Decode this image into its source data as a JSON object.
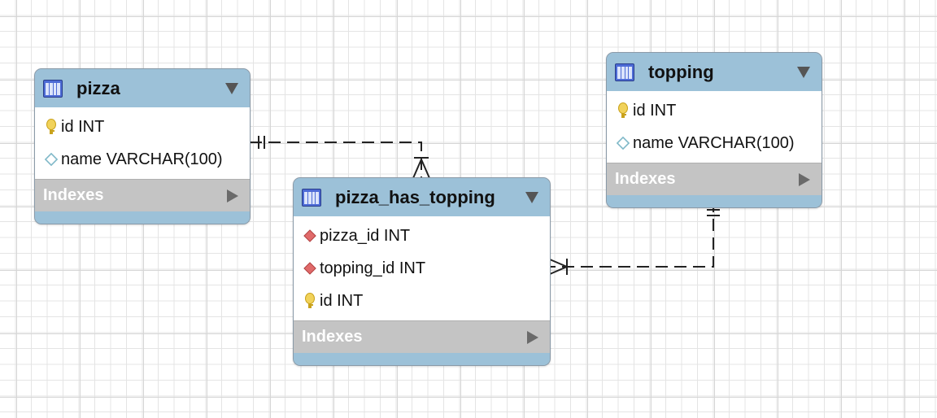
{
  "tables": {
    "pizza": {
      "title": "pizza",
      "columns": [
        {
          "icon": "primary-key-icon",
          "label": "id INT"
        },
        {
          "icon": "column-icon",
          "label": "name VARCHAR(100)"
        }
      ],
      "indexes_label": "Indexes"
    },
    "topping": {
      "title": "topping",
      "columns": [
        {
          "icon": "primary-key-icon",
          "label": "id INT"
        },
        {
          "icon": "column-icon",
          "label": "name VARCHAR(100)"
        }
      ],
      "indexes_label": "Indexes"
    },
    "pizza_has_topping": {
      "title": "pizza_has_topping",
      "columns": [
        {
          "icon": "foreign-key-icon",
          "label": "pizza_id INT"
        },
        {
          "icon": "foreign-key-icon",
          "label": "topping_id INT"
        },
        {
          "icon": "primary-key-icon",
          "label": "id INT"
        }
      ],
      "indexes_label": "Indexes"
    }
  },
  "relationships": [
    {
      "from": "pizza",
      "to": "pizza_has_topping",
      "from_cardinality": "one-and-only-one",
      "to_cardinality": "one-or-many",
      "style": "dashed"
    },
    {
      "from": "topping",
      "to": "pizza_has_topping",
      "from_cardinality": "one-and-only-one",
      "to_cardinality": "one-or-many",
      "style": "dashed"
    }
  ],
  "colors": {
    "header": "#9cc1d8",
    "indexes_bar": "#c4c4c4",
    "primary_key": "#e8c441",
    "foreign_key": "#d85050",
    "column": "#7fb8c8"
  }
}
